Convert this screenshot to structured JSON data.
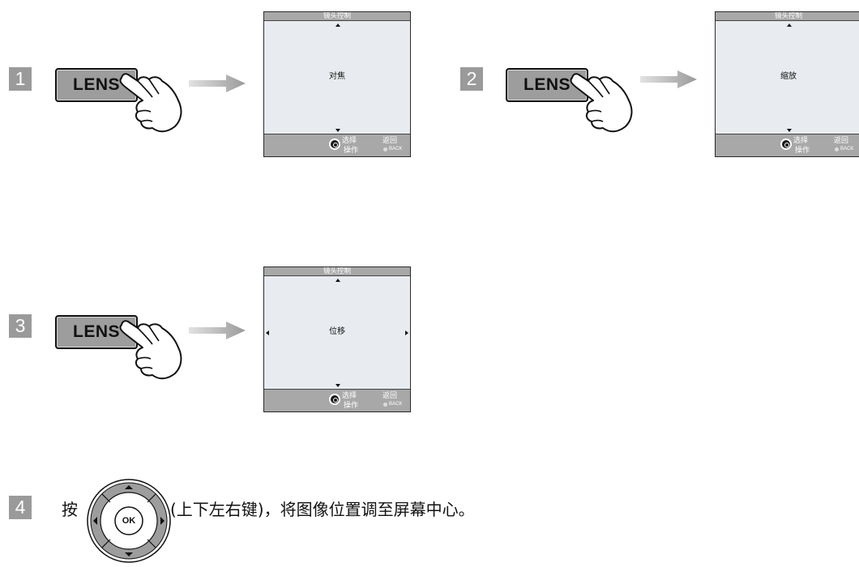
{
  "osd_common": {
    "title": "镜头控制",
    "select": "选择",
    "operate": "操作",
    "return": "返回",
    "back": "BACK"
  },
  "steps": [
    {
      "number": "1",
      "button_label": "LENS",
      "screen_value": "对焦"
    },
    {
      "number": "2",
      "button_label": "LENS",
      "screen_value": "缩放"
    },
    {
      "number": "3",
      "button_label": "LENS",
      "screen_value": "位移"
    }
  ],
  "step4": {
    "number": "4",
    "prefix": "按",
    "ok_label": "OK",
    "text": "(上下左右键)，将图像位置调至屏幕中心。"
  },
  "icons": {
    "hand": "pointing-hand-icon",
    "arrow": "right-arrow-icon",
    "dial": "dial-icon",
    "dpad": "directional-pad-icon"
  },
  "colors": {
    "button_fill": "#9d9d9d",
    "osd_bar": "#a8a8a8",
    "osd_body": "#e8ebef",
    "step_badge": "#9a9a9a",
    "flow_arrow": "#b0b0b0"
  }
}
